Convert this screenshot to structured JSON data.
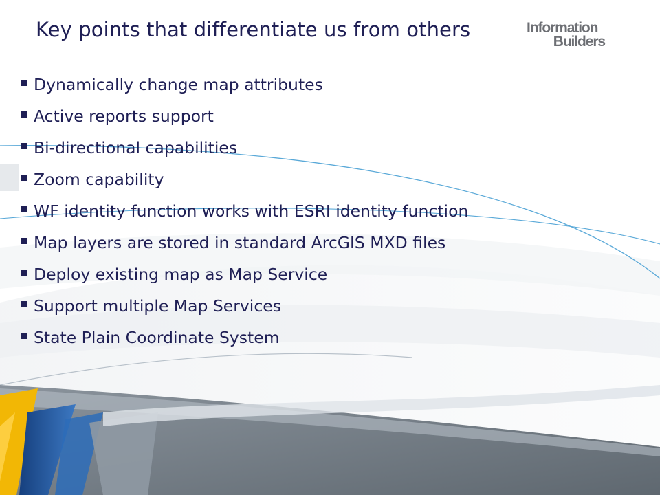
{
  "slide": {
    "title": "Key points that differentiate us from others",
    "logo": {
      "line1": "Information",
      "line2": "Builders"
    },
    "bullets": [
      "Dynamically change map attributes",
      "Active reports support",
      "Bi-directional capabilities",
      "Zoom capability",
      "WF identity function works with ESRI identity function",
      "Map layers are stored in standard ArcGIS MXD files",
      "Deploy existing map as Map Service",
      "Support multiple Map Services",
      "State Plain Coordinate System"
    ]
  },
  "colors": {
    "text": "#1f1f55",
    "logo": "#6d6f74",
    "accent_yellow": "#f2b705",
    "accent_blue": "#1f5aa6",
    "accent_grey": "#7b8590"
  }
}
